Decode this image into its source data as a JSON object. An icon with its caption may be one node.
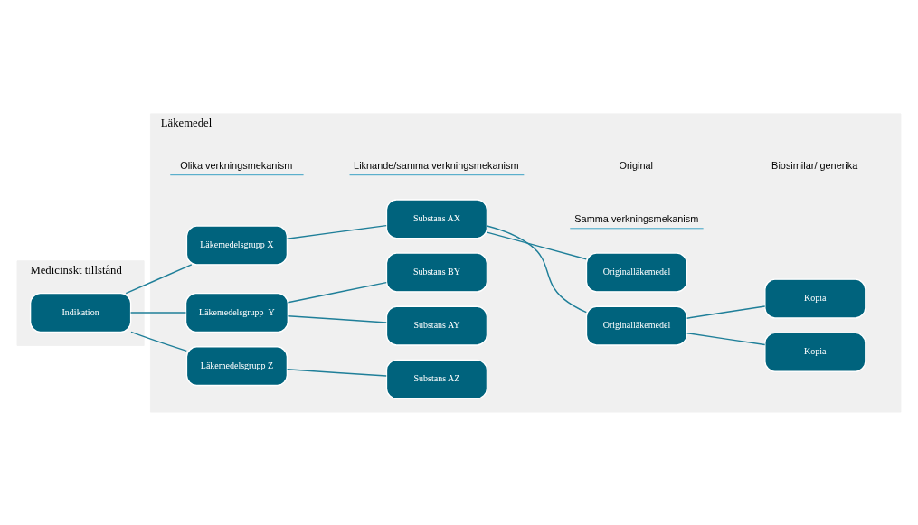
{
  "diagram": {
    "nodes": [
      {
        "text": [
          "Medicinskt tillstånd"
        ]
      },
      {
        "text": [
          "Läkemedel"
        ]
      },
      {
        "text": [
          "Indikation"
        ],
        "in": 0
      },
      {
        "text": [
          "Läkemedelsgrupp X"
        ],
        "in": 1
      },
      {
        "text": [
          "Läkemedelsgrupp  Y"
        ],
        "in": 1
      },
      {
        "text": [
          "Läkemedelsgrupp Z"
        ],
        "in": 1
      },
      {
        "text": [
          "Substans AX"
        ],
        "in": 1
      },
      {
        "text": [
          "Substans AY"
        ],
        "in": 1
      },
      {
        "text": [
          "Substans BY"
        ],
        "in": 1
      },
      {
        "text": [
          "Substans AZ"
        ],
        "in": 1
      },
      {
        "text": [
          "Originalläkemedel"
        ],
        "in": 1
      },
      {
        "text": [
          "Originalläkemedel"
        ],
        "in": 1
      },
      {
        "text": [
          "Kopia"
        ],
        "in": 1
      },
      {
        "text": [
          "Kopia"
        ],
        "in": 1
      }
    ],
    "edges": [
      {
        "from": 2,
        "to": 3,
        "arrow": "none"
      },
      {
        "from": 2,
        "to": 4,
        "arrow": "none"
      },
      {
        "from": 2,
        "to": 5,
        "arrow": "none"
      },
      {
        "from": 3,
        "to": 6,
        "arrow": "none"
      },
      {
        "from": 4,
        "to": 7,
        "arrow": "none"
      },
      {
        "from": 4,
        "to": 8,
        "arrow": "none"
      },
      {
        "from": 5,
        "to": 9,
        "arrow": "none"
      },
      {
        "from": 6,
        "to": 10,
        "arrow": "none"
      },
      {
        "from": 6,
        "to": 11,
        "arrow": "none"
      },
      {
        "from": 10,
        "to": 12,
        "arrow": "none"
      },
      {
        "from": 10,
        "to": 13,
        "arrow": "none"
      }
    ],
    "labels": [
      "Olika verkningsmekanism",
      "Liknande/samma verkningsmekanism",
      "Samma verkningsmekanism",
      "Original",
      "Biosimilar/ generika"
    ]
  }
}
